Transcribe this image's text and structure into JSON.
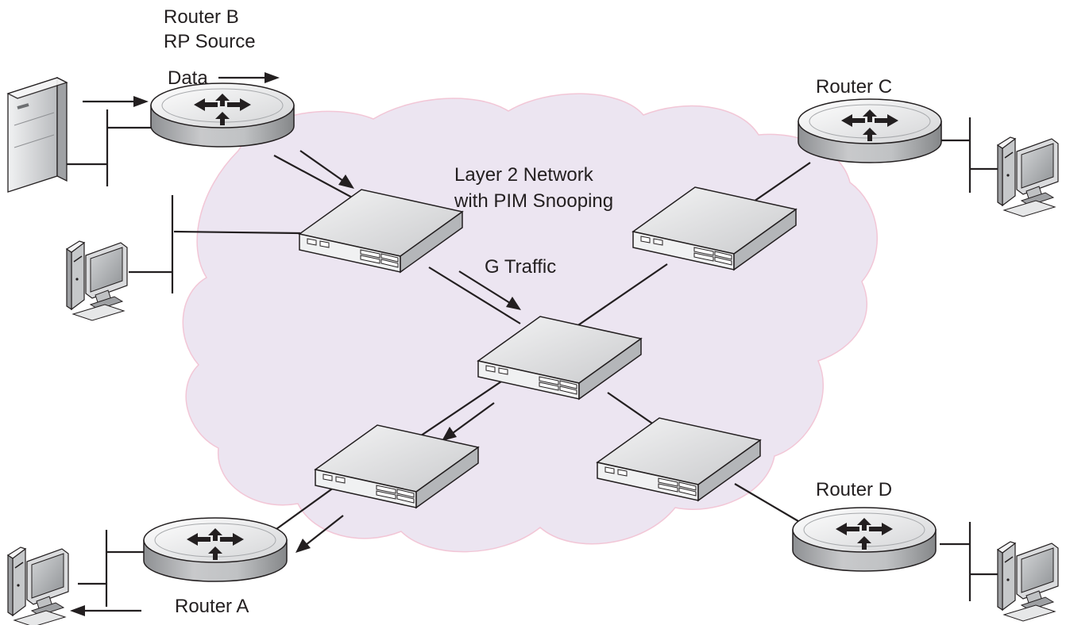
{
  "labels": {
    "router_b_line1": "Router B",
    "router_b_line2": "RP Source",
    "data": "Data",
    "router_c": "Router C",
    "router_d": "Router D",
    "router_a": "Router A",
    "cloud_line1": "Layer 2 Network",
    "cloud_line2": "with PIM Snooping",
    "g_traffic": "G Traffic"
  },
  "colors": {
    "cloud_fill": "#ece5f1",
    "cloud_stroke": "#f2c6d6",
    "line": "#231f20",
    "router_body": "#b1b3b6",
    "router_top": "#e9eaeb",
    "switch_top": "#dfe0e2",
    "switch_front": "#f2f2f3",
    "computer_case": "#e2e3e5",
    "screen": "#aeb1b4"
  },
  "icons": [
    "router-icon",
    "switch-icon",
    "server-icon",
    "computer-icon",
    "cloud-icon"
  ]
}
